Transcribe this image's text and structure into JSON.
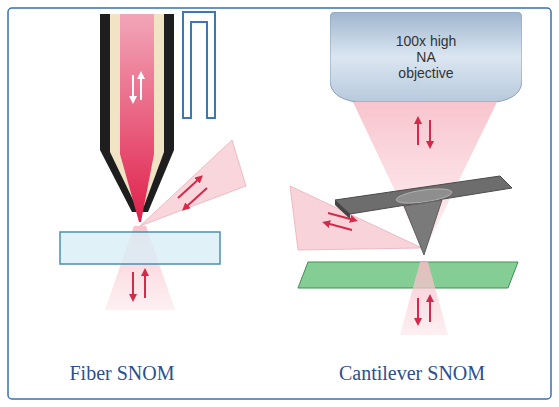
{
  "diagram": {
    "nodes": [
      {
        "text": [
          "100x high NA objective"
        ]
      }
    ],
    "labels": [
      "Fiber SNOM",
      "Cantilever SNOM"
    ]
  }
}
